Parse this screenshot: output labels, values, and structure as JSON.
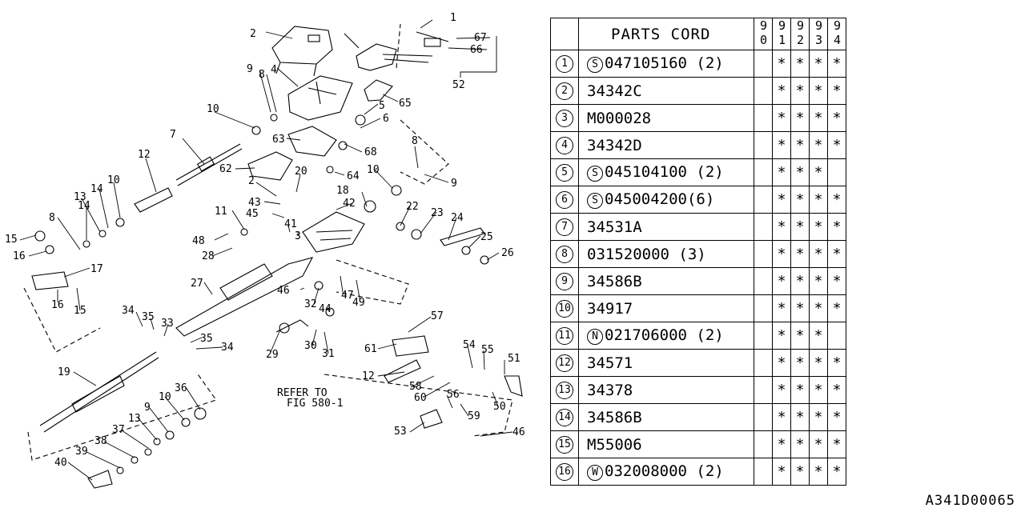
{
  "table": {
    "header": {
      "title": "PARTS CORD",
      "years": [
        "90",
        "91",
        "92",
        "93",
        "94"
      ]
    },
    "rows": [
      {
        "num": "1",
        "prefix": "S",
        "code": "047105160 (2)",
        "marks": [
          "",
          "*",
          "*",
          "*",
          "*"
        ]
      },
      {
        "num": "2",
        "prefix": "",
        "code": "34342C",
        "marks": [
          "",
          "*",
          "*",
          "*",
          "*"
        ]
      },
      {
        "num": "3",
        "prefix": "",
        "code": "M000028",
        "marks": [
          "",
          "*",
          "*",
          "*",
          "*"
        ]
      },
      {
        "num": "4",
        "prefix": "",
        "code": "34342D",
        "marks": [
          "",
          "*",
          "*",
          "*",
          "*"
        ]
      },
      {
        "num": "5",
        "prefix": "S",
        "code": "045104100 (2)",
        "marks": [
          "",
          "*",
          "*",
          "*",
          ""
        ]
      },
      {
        "num": "6",
        "prefix": "S",
        "code": "045004200(6)",
        "marks": [
          "",
          "*",
          "*",
          "*",
          "*"
        ]
      },
      {
        "num": "7",
        "prefix": "",
        "code": "34531A",
        "marks": [
          "",
          "*",
          "*",
          "*",
          "*"
        ]
      },
      {
        "num": "8",
        "prefix": "",
        "code": "031520000 (3)",
        "marks": [
          "",
          "*",
          "*",
          "*",
          "*"
        ]
      },
      {
        "num": "9",
        "prefix": "",
        "code": "34586B",
        "marks": [
          "",
          "*",
          "*",
          "*",
          "*"
        ]
      },
      {
        "num": "10",
        "prefix": "",
        "code": "34917",
        "marks": [
          "",
          "*",
          "*",
          "*",
          "*"
        ]
      },
      {
        "num": "11",
        "prefix": "N",
        "code": "021706000 (2)",
        "marks": [
          "",
          "*",
          "*",
          "*",
          ""
        ]
      },
      {
        "num": "12",
        "prefix": "",
        "code": "34571",
        "marks": [
          "",
          "*",
          "*",
          "*",
          "*"
        ]
      },
      {
        "num": "13",
        "prefix": "",
        "code": "34378",
        "marks": [
          "",
          "*",
          "*",
          "*",
          "*"
        ]
      },
      {
        "num": "14",
        "prefix": "",
        "code": "34586B",
        "marks": [
          "",
          "*",
          "*",
          "*",
          "*"
        ]
      },
      {
        "num": "15",
        "prefix": "",
        "code": "M55006",
        "marks": [
          "",
          "*",
          "*",
          "*",
          "*"
        ]
      },
      {
        "num": "16",
        "prefix": "W",
        "code": "032008000 (2)",
        "marks": [
          "",
          "*",
          "*",
          "*",
          "*"
        ]
      }
    ]
  },
  "diagram": {
    "callouts": [
      "1",
      "2",
      "4",
      "9",
      "8",
      "67",
      "66",
      "52",
      "65",
      "5",
      "6",
      "68",
      "10",
      "63",
      "7",
      "12",
      "62",
      "64",
      "8",
      "9",
      "10",
      "2",
      "20",
      "18",
      "43",
      "42",
      "45",
      "41",
      "3",
      "11",
      "48",
      "28",
      "14",
      "13",
      "14",
      "10",
      "8",
      "15",
      "16",
      "17",
      "16",
      "15",
      "22",
      "23",
      "24",
      "25",
      "26",
      "27",
      "46",
      "32",
      "44",
      "47",
      "49",
      "34",
      "35",
      "33",
      "35",
      "34",
      "19",
      "36",
      "10",
      "9",
      "13",
      "37",
      "38",
      "39",
      "40",
      "29",
      "30",
      "31",
      "57",
      "61",
      "54",
      "55",
      "51",
      "12",
      "58",
      "60",
      "56",
      "50",
      "59",
      "53",
      "46"
    ],
    "refer_note_line1": "REFER TO",
    "refer_note_line2": "FIG 580-1"
  },
  "figure_id": "A341D00065"
}
